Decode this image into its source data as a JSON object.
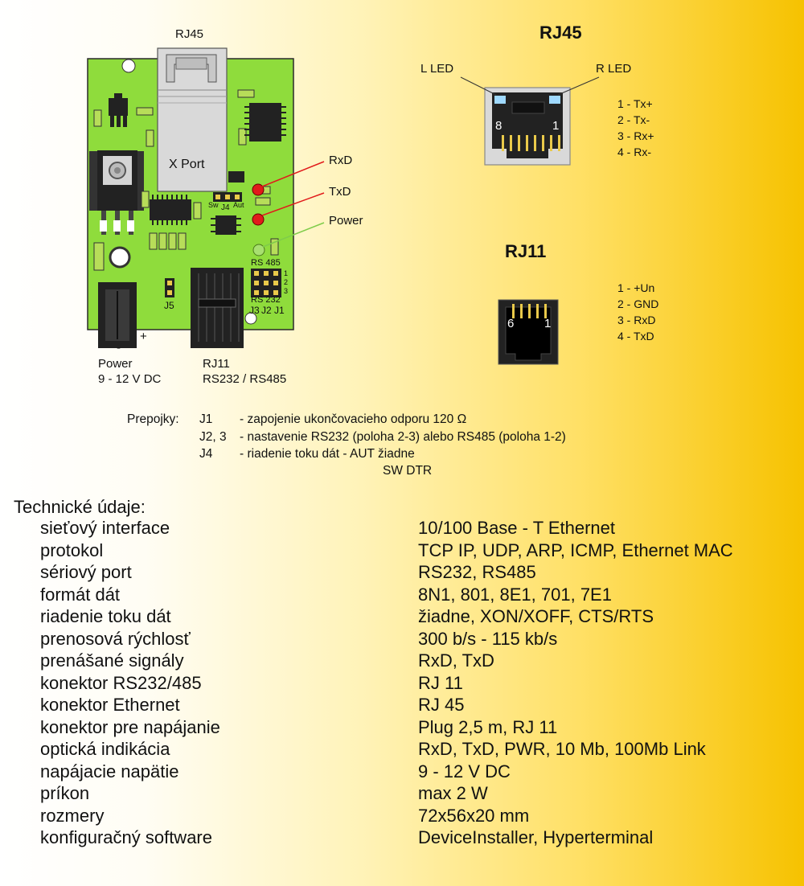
{
  "board": {
    "rj45_label": "RJ45",
    "xport_label": "X Port",
    "led_labels": [
      "RxD",
      "TxD",
      "Power"
    ],
    "j4_labels": {
      "sw": "Sw",
      "j4": "J4",
      "aut": "Aut"
    },
    "rs485_label": "RS 485",
    "rs232_label": "RS 232",
    "jumper_numbers": [
      "1",
      "2",
      "3"
    ],
    "j3_label": "J3",
    "j2_label": "J2",
    "j1_label": "J1",
    "j5_label": "J5",
    "plus_label": "+",
    "minus_label": "-",
    "power_label": "Power",
    "power_value": "9 - 12 V DC",
    "rj11_label": "RJ11",
    "rj11_value": "RS232 / RS485",
    "led_colors": {
      "rxd": "#e11b1b",
      "txd": "#e11b1b",
      "power": "#a8e070"
    },
    "pcb_color": "#8fdc3c"
  },
  "rj45": {
    "title": "RJ45",
    "l_led": "L LED",
    "r_led": "R LED",
    "pin_left": "8",
    "pin_right": "1",
    "pins": [
      "1 -  Tx+",
      "2 -  Tx-",
      "3 -  Rx+",
      "4 -  Rx-"
    ]
  },
  "rj11": {
    "title": "RJ11",
    "pin_left": "6",
    "pin_right": "1",
    "pins": [
      "1 -  +Un",
      "2 -  GND",
      "3 -  RxD",
      "4 -  TxD"
    ]
  },
  "jumpers": {
    "heading": "Prepojky:",
    "rows": [
      {
        "id": "J1",
        "desc": "- zapojenie ukončovacieho odporu 120 Ω"
      },
      {
        "id": "J2, 3",
        "desc": "- nastavenie RS232 (poloha 2-3) alebo RS485 (poloha 1-2)"
      },
      {
        "id": "J4",
        "desc": "- riadenie toku dát  -  AUT  žiadne"
      }
    ],
    "extra_line": "SW  DTR"
  },
  "specs": {
    "heading": "Technické údaje:",
    "rows": [
      {
        "k": "sieťový interface",
        "v": "10/100 Base - T Ethernet"
      },
      {
        "k": "protokol",
        "v": "TCP IP, UDP, ARP, ICMP, Ethernet MAC"
      },
      {
        "k": "sériový port",
        "v": "RS232, RS485"
      },
      {
        "k": "formát dát",
        "v": "8N1, 801, 8E1, 701, 7E1"
      },
      {
        "k": "riadenie toku dát",
        "v": "žiadne, XON/XOFF, CTS/RTS"
      },
      {
        "k": "prenosová rýchlosť",
        "v": "300 b/s - 115 kb/s"
      },
      {
        "k": "prenášané signály",
        "v": "RxD, TxD"
      },
      {
        "k": "konektor RS232/485",
        "v": "RJ 11"
      },
      {
        "k": "konektor Ethernet",
        "v": "RJ 45"
      },
      {
        "k": "konektor pre napájanie",
        "v": "Plug 2,5 m,  RJ 11"
      },
      {
        "k": "optická indikácia",
        "v": "RxD, TxD, PWR, 10 Mb, 100Mb Link"
      },
      {
        "k": "napájacie napätie",
        "v": "9 - 12 V DC"
      },
      {
        "k": "príkon",
        "v": "max 2 W"
      },
      {
        "k": "rozmery",
        "v": "72x56x20 mm"
      },
      {
        "k": "konfiguračný software",
        "v": "DeviceInstaller, Hyperterminal"
      }
    ]
  }
}
